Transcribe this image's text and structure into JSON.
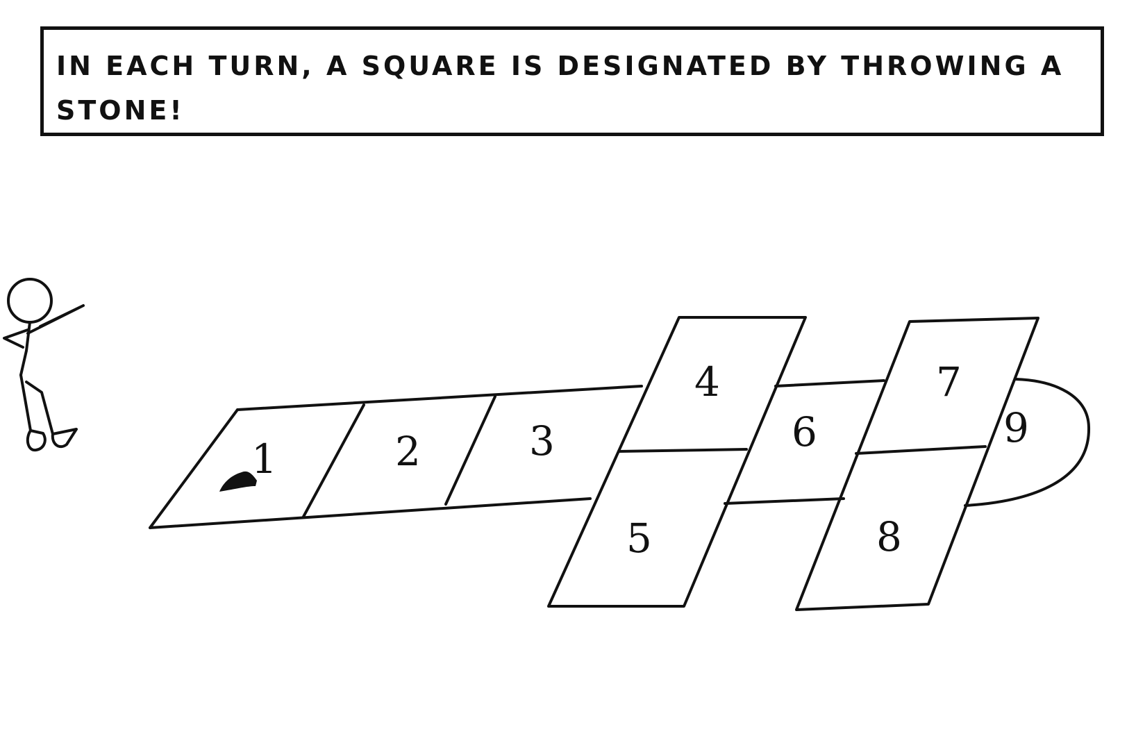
{
  "caption": {
    "text": "IN EACH TURN, A SQUARE IS DESIGNATED BY THROWING A STONE!"
  },
  "hopscotch": {
    "squares": [
      {
        "id": "square-1",
        "label": "1"
      },
      {
        "id": "square-2",
        "label": "2"
      },
      {
        "id": "square-3",
        "label": "3"
      },
      {
        "id": "square-4",
        "label": "4"
      },
      {
        "id": "square-5",
        "label": "5"
      },
      {
        "id": "square-6",
        "label": "6"
      },
      {
        "id": "square-7",
        "label": "7"
      },
      {
        "id": "square-8",
        "label": "8"
      },
      {
        "id": "square-9",
        "label": "9"
      }
    ],
    "stone_on_square": "1"
  },
  "colors": {
    "ink": "#111111",
    "background": "#ffffff"
  }
}
